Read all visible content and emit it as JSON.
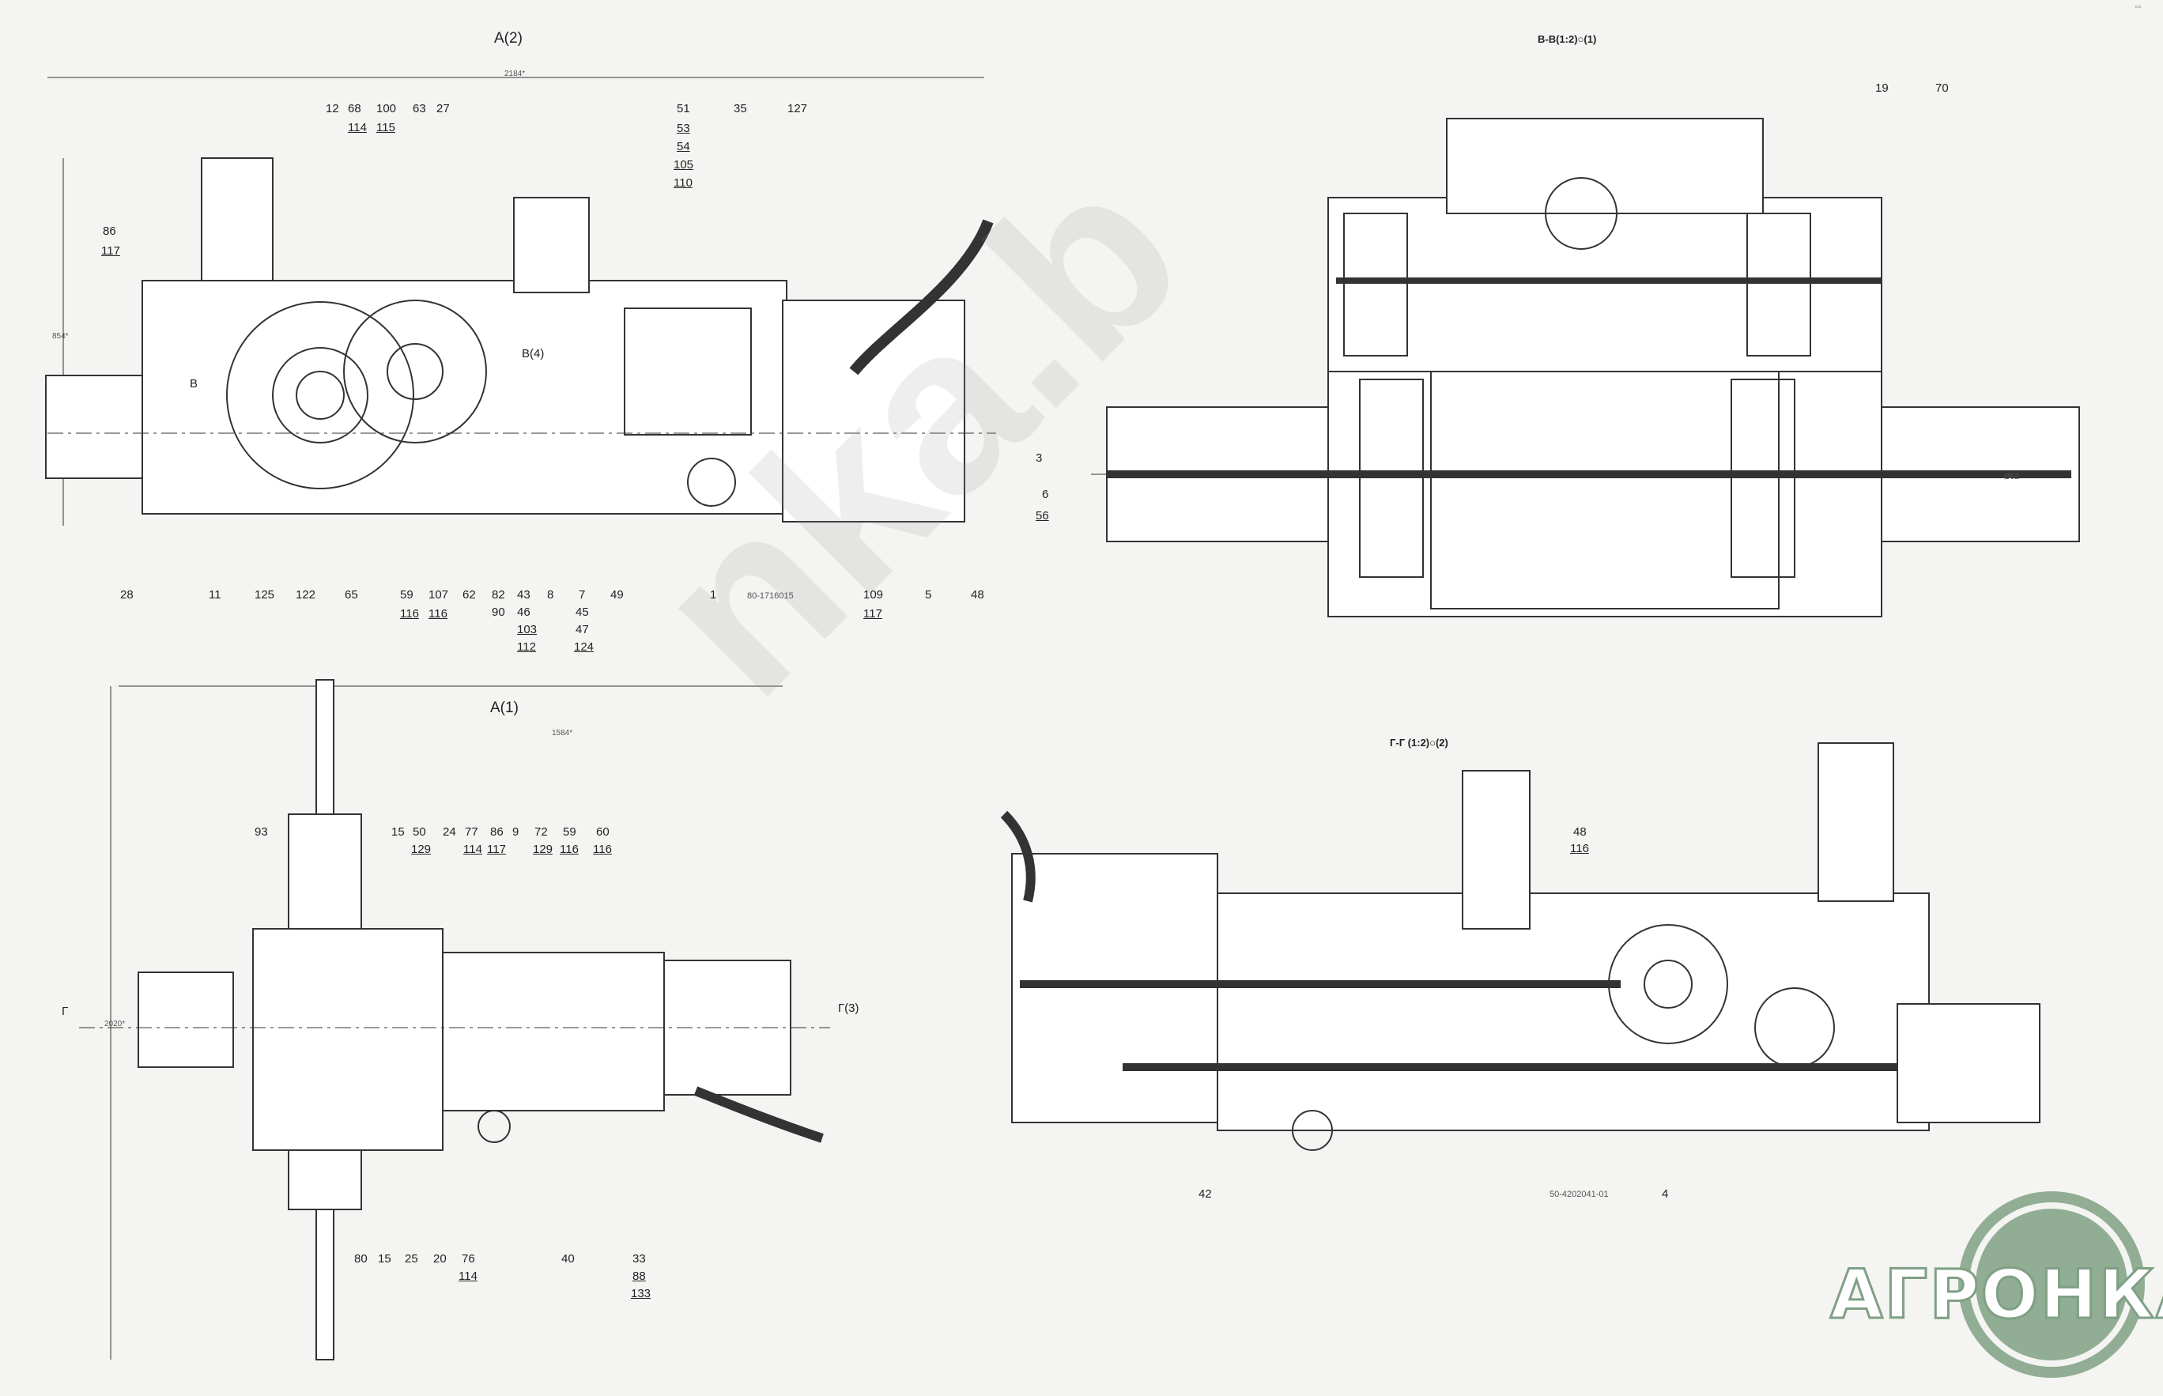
{
  "views": {
    "side": {
      "title": "A(2)",
      "subtitle": "",
      "width_dim": "2184*",
      "height_dim": "854*",
      "section_mark": "B(4)",
      "side_mark": "B",
      "part_no": "80-1716015"
    },
    "section_b": {
      "title": "B-B(1:2)○(1)",
      "dim": "Ø62"
    },
    "top": {
      "title": "A(1)",
      "width_dim": "1584*",
      "height_dim": "2020*",
      "left_mark": "Г",
      "right_mark": "Г(3)"
    },
    "section_g": {
      "title": "Г-Г (1:2)○(2)",
      "part_no": "50-4202041-01"
    }
  },
  "callouts": {
    "side_top": [
      "12",
      "68",
      "114",
      "100",
      "115",
      "63",
      "27",
      "51",
      "53",
      "54",
      "105",
      "110",
      "35",
      "127",
      "86",
      "117"
    ],
    "side_bottom": [
      "28",
      "11",
      "125",
      "122",
      "65",
      "59",
      "116",
      "107",
      "116",
      "62",
      "82",
      "90",
      "43",
      "46",
      "103",
      "112",
      "8",
      "7",
      "45",
      "47",
      "124",
      "49",
      "1",
      "109",
      "117",
      "5",
      "48"
    ],
    "side_right": [
      "3",
      "6",
      "56"
    ],
    "section_b": [
      "19",
      "70"
    ],
    "top_top": [
      "93",
      "15",
      "50",
      "129",
      "24",
      "77",
      "114",
      "86",
      "117",
      "9",
      "72",
      "129",
      "59",
      "116",
      "60",
      "116"
    ],
    "top_bottom": [
      "80",
      "15",
      "25",
      "20",
      "76",
      "114",
      "40",
      "33",
      "88",
      "133"
    ],
    "section_g": [
      "48",
      "116",
      "42",
      "4"
    ]
  },
  "brand": {
    "logo_text": "АГРОНКА",
    "watermark": "nka.b",
    "logo_color": "#7fa084"
  },
  "corner_mark": "°°"
}
